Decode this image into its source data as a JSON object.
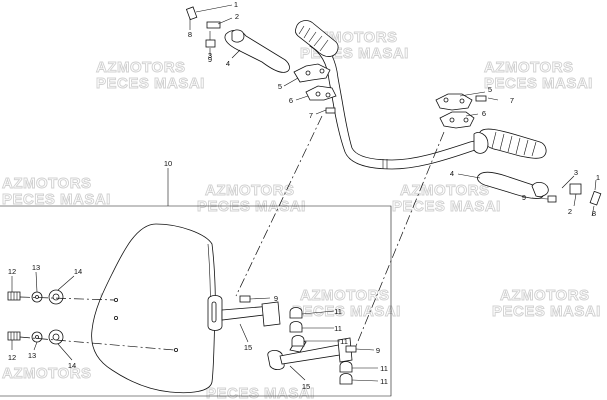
{
  "watermark": {
    "line1": "AZMOTORS",
    "line2": "PECES MASAI"
  },
  "callouts": {
    "n1": "1",
    "n2": "2",
    "n3": "3",
    "n4": "4",
    "n5": "5",
    "n6": "6",
    "n7": "7",
    "n8": "8",
    "n9": "9",
    "n10": "10",
    "n11": "11",
    "n12": "12",
    "n13": "13",
    "n14": "14",
    "n15": "15"
  }
}
